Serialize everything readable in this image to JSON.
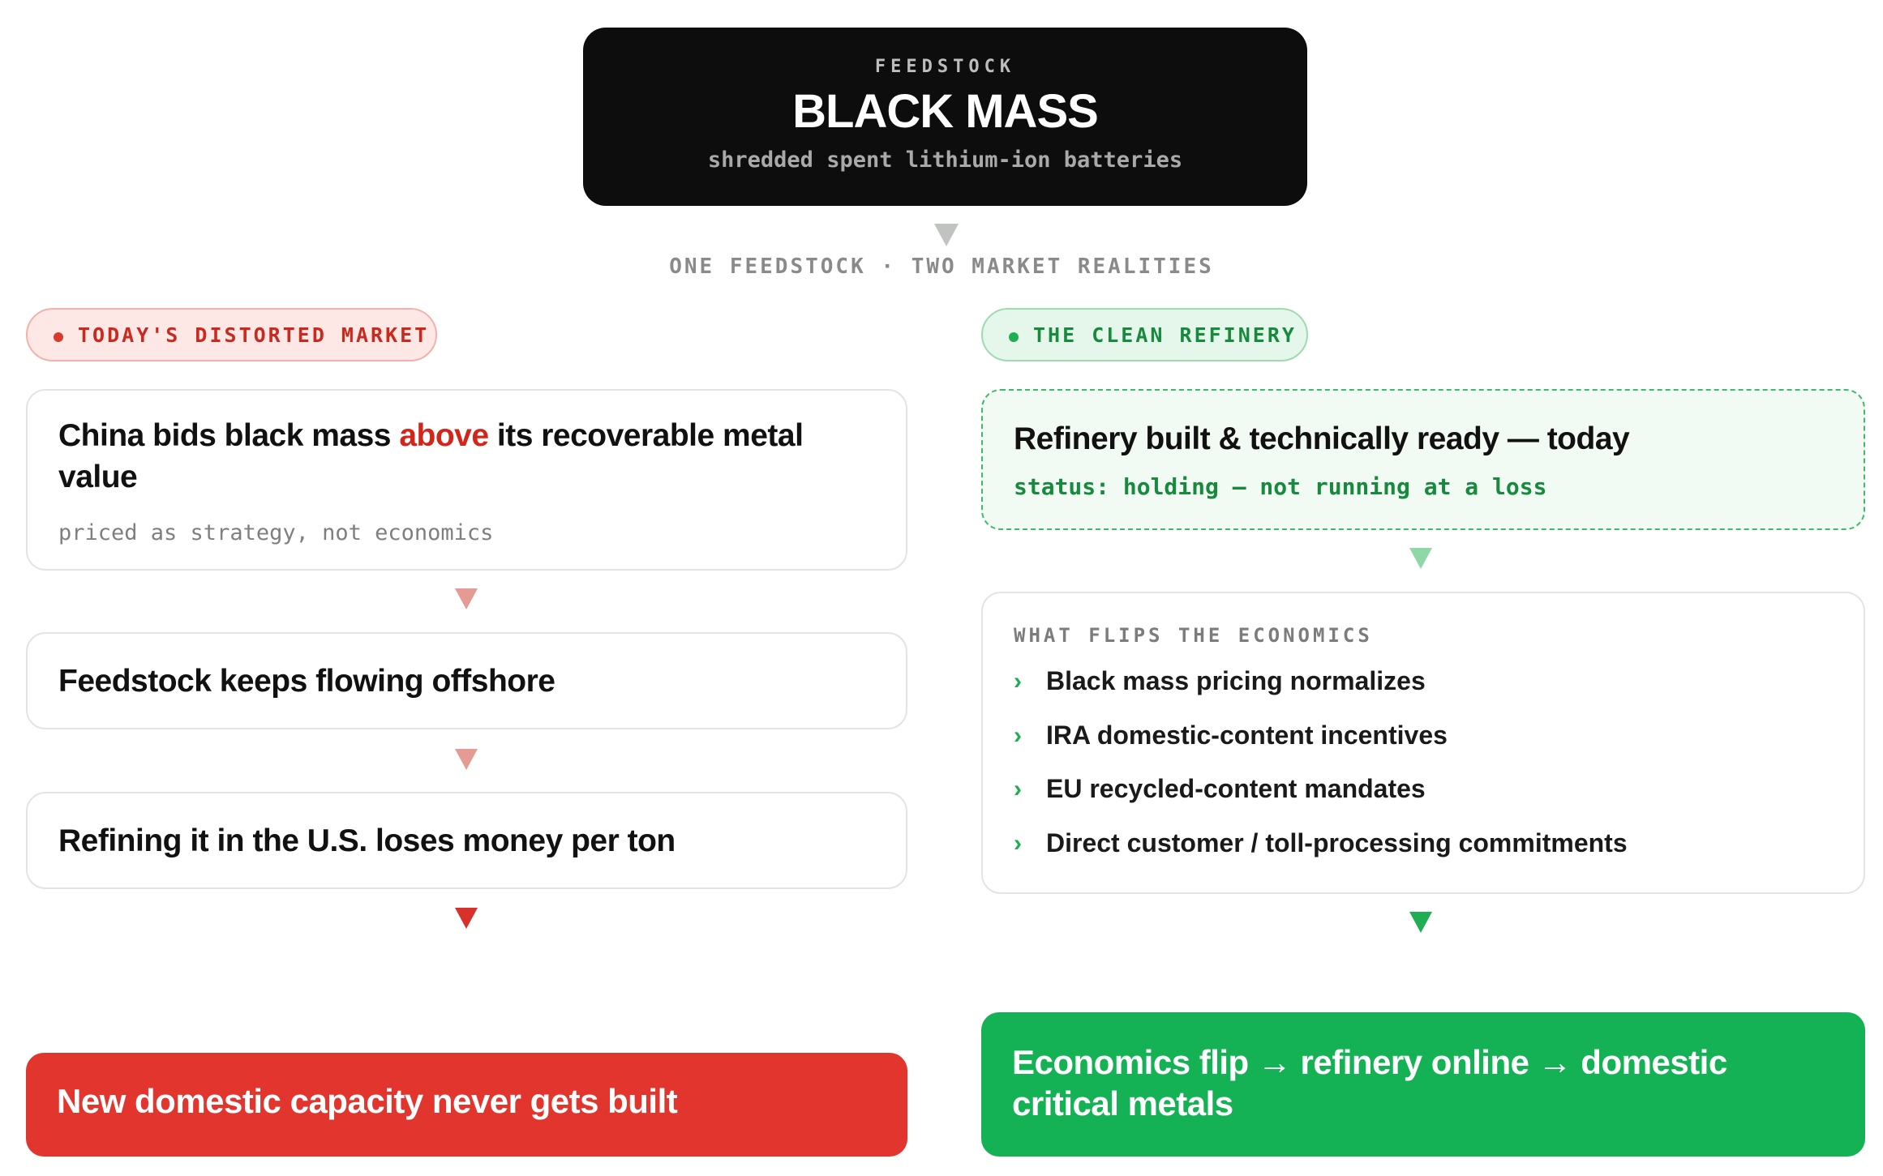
{
  "feedstock": {
    "eyebrow": "FEEDSTOCK",
    "title": "BLACK MASS",
    "subtitle": "shredded spent lithium-ion batteries"
  },
  "caption": "ONE FEEDSTOCK · TWO MARKET REALITIES",
  "left": {
    "pill": "TODAY'S DISTORTED MARKET",
    "step1": {
      "pre": "China bids black mass ",
      "highlight": "above",
      "post": " its recoverable metal value",
      "note": "priced as strategy, not economics"
    },
    "step2": "Feedstock keeps flowing offshore",
    "step3": "Refining it in the U.S. loses money per ton",
    "outcome": "New domestic capacity never gets built"
  },
  "right": {
    "pill": "THE CLEAN REFINERY",
    "step1": {
      "title": "Refinery built & technically ready — today",
      "status": "status: holding — not running at a loss"
    },
    "flips": {
      "eyebrow": "WHAT FLIPS THE ECONOMICS",
      "items": [
        "Black mass pricing normalizes",
        "IRA domestic-content incentives",
        "EU recycled-content mandates",
        "Direct customer / toll-processing commitments"
      ]
    },
    "outcome": "Economics flip → refinery online → domestic critical metals"
  },
  "colors": {
    "red": "#e2352d",
    "green": "#15b255",
    "dark": "#0d0d0e"
  }
}
